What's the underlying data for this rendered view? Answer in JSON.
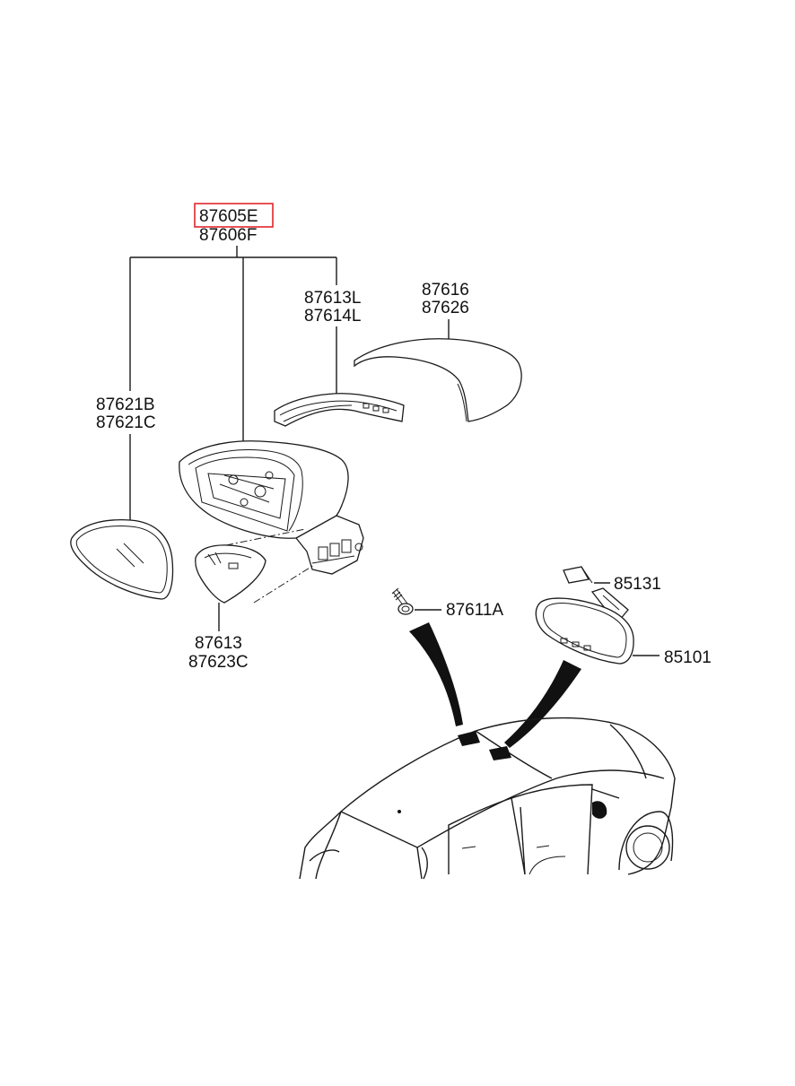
{
  "diagram": {
    "highlight_color": "#e0262b",
    "line_color": "#1a1a1a",
    "labels": {
      "assy_primary": "87605E",
      "assy_secondary": "87606F",
      "lamp_l1": "87613L",
      "lamp_l2": "87614L",
      "cap_1": "87616",
      "cap_2": "87626",
      "glass_1": "87621B",
      "glass_2": "87621C",
      "cover_1": "87613",
      "cover_2": "87623C",
      "screw": "87611A",
      "inner_cover": "85131",
      "inner_mirror": "85101"
    }
  }
}
